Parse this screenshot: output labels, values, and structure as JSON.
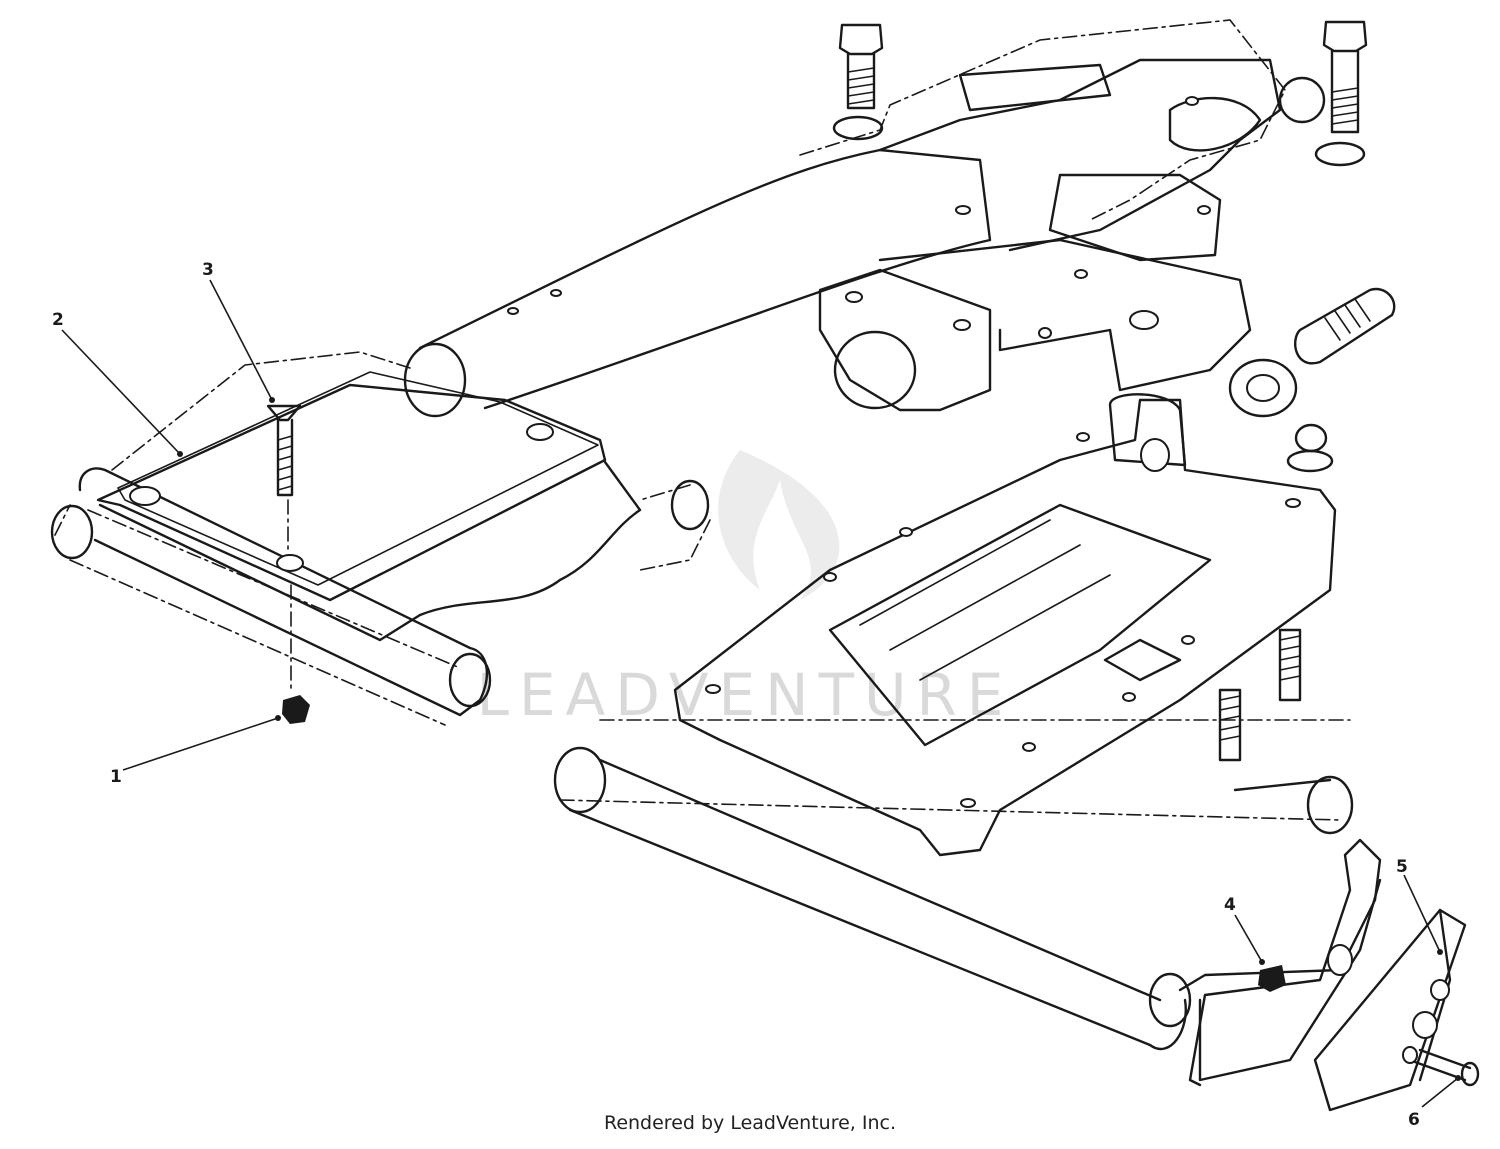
{
  "diagram": {
    "callouts": [
      "1",
      "2",
      "3",
      "4",
      "5",
      "6"
    ]
  },
  "watermark": "LEADVENTURE",
  "footer": "Rendered by LeadVenture, Inc."
}
